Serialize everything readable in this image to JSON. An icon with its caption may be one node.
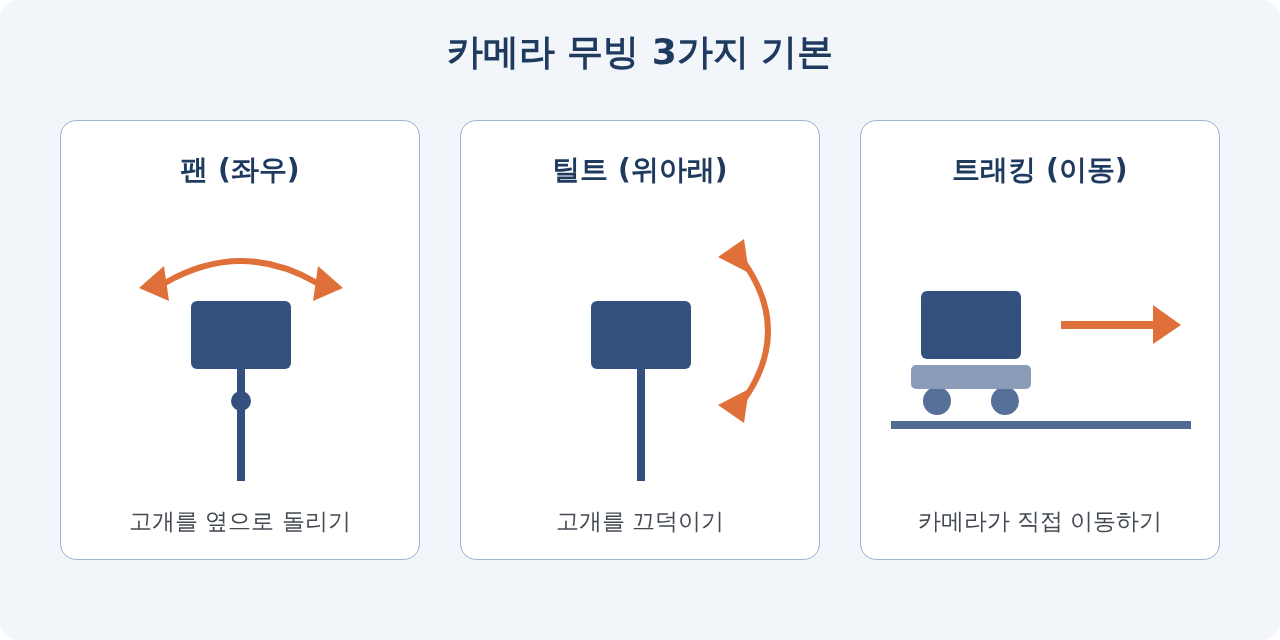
{
  "diagram": {
    "title": "카메라 무빙 3가지 기본",
    "nodes": [
      {
        "text": [
          "팬 (좌우)",
          "고개를 옆으로 돌리기"
        ]
      },
      {
        "text": [
          "틸트 (위아래)",
          "고개를 끄덕이기"
        ]
      },
      {
        "text": [
          "트래킹 (이동)",
          "카메라가 직접 이동하기"
        ]
      }
    ]
  }
}
